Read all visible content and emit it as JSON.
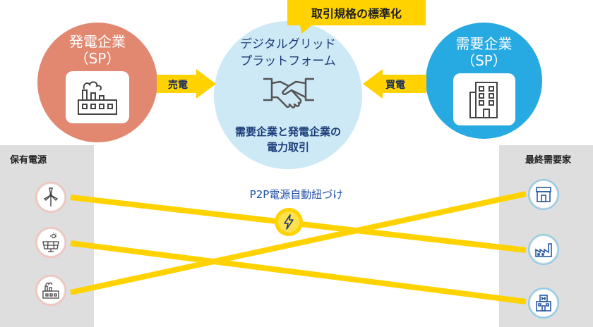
{
  "banner": {
    "text": "取引規格の標準化"
  },
  "platform": {
    "title_line1": "デジタルグリッド",
    "title_line2": "プラットフォーム",
    "caption_line1": "需要企業と発電企業の",
    "caption_line2": "電力取引",
    "icon": "handshake-icon"
  },
  "supplier": {
    "title_line1": "発電企業",
    "title_line2": "（SP）",
    "icon": "factory-icon",
    "arrow_label": "売電"
  },
  "consumer": {
    "title_line1": "需要企業",
    "title_line2": "（SP）",
    "icon": "office-building-icon",
    "arrow_label": "買電"
  },
  "left_panel": {
    "label": "保有電源",
    "items": [
      {
        "icon": "wind-turbine-icon"
      },
      {
        "icon": "solar-panel-icon"
      },
      {
        "icon": "power-plant-icon"
      }
    ]
  },
  "right_panel": {
    "label": "最終需要家",
    "items": [
      {
        "icon": "store-icon"
      },
      {
        "icon": "factory-icon"
      },
      {
        "icon": "hospital-icon"
      }
    ]
  },
  "p2p": {
    "label": "P2P電源自動紐づけ",
    "icon": "lightning-icon"
  },
  "colors": {
    "supplier_circle": "#e28870",
    "consumer_circle": "#27a9e1",
    "platform_circle": "#cde9f6",
    "accent_yellow": "#ffd200",
    "navy_text": "#1b3c78",
    "gray_panel": "#dedede"
  }
}
